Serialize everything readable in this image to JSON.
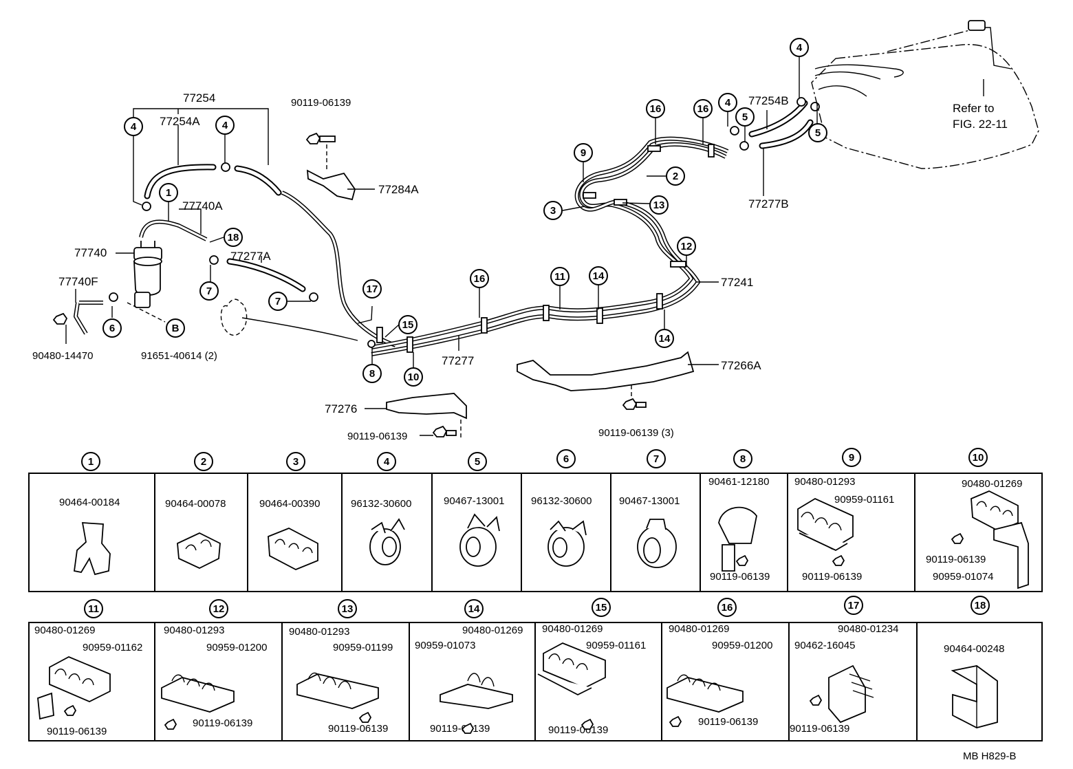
{
  "diagram": {
    "parts": {
      "hose_77254": "77254",
      "hose_77254a": "77254A",
      "hose_77254b": "77254B",
      "tube_77740a": "77740A",
      "filter_77740": "77740",
      "bracket_77740f": "77740F",
      "hose_77277a": "77277A",
      "hose_77277b": "77277B",
      "nut_90480_14470": "90480-14470",
      "bolt_91651_40614": "91651-40614 (2)",
      "bolt_top": "90119-06139",
      "protector_77284a": "77284A",
      "pipe_77241": "77241",
      "pipe_77277": "77277",
      "protector_77266a": "77266A",
      "bolt_77266a": "90119-06139 (3)",
      "protector_77276": "77276",
      "bolt_77276": "90119-06139",
      "refer_line1": "Refer to",
      "refer_line2": "FIG. 22-11"
    },
    "callouts": {
      "c1": "1",
      "c2": "2",
      "c3": "3",
      "c4": "4",
      "c5": "5",
      "c6": "6",
      "c7": "7",
      "c8": "8",
      "c9": "9",
      "c10": "10",
      "c11": "11",
      "c12": "12",
      "c13": "13",
      "c14": "14",
      "c15": "15",
      "c16": "16",
      "c17": "17",
      "c18": "18",
      "cB": "B"
    },
    "clamp_table": [
      {
        "num": "1",
        "labels": [
          "90464-00184"
        ]
      },
      {
        "num": "2",
        "labels": [
          "90464-00078"
        ]
      },
      {
        "num": "3",
        "labels": [
          "90464-00390"
        ]
      },
      {
        "num": "4",
        "labels": [
          "96132-30600"
        ]
      },
      {
        "num": "5",
        "labels": [
          "90467-13001"
        ]
      },
      {
        "num": "6",
        "labels": [
          "96132-30600"
        ]
      },
      {
        "num": "7",
        "labels": [
          "90467-13001"
        ]
      },
      {
        "num": "8",
        "labels": [
          "90461-12180",
          "90119-06139"
        ]
      },
      {
        "num": "9",
        "labels": [
          "90480-01293",
          "90959-01161",
          "90119-06139"
        ]
      },
      {
        "num": "10",
        "labels": [
          "90480-01269",
          "90119-06139",
          "90959-01074"
        ]
      },
      {
        "num": "11",
        "labels": [
          "90480-01269",
          "90959-01162",
          "90119-06139"
        ]
      },
      {
        "num": "12",
        "labels": [
          "90480-01293",
          "90959-01200",
          "90119-06139"
        ]
      },
      {
        "num": "13",
        "labels": [
          "90480-01293",
          "90959-01199",
          "90119-06139"
        ]
      },
      {
        "num": "14",
        "labels": [
          "90480-01269",
          "90959-01073",
          "90119-06139"
        ]
      },
      {
        "num": "15",
        "labels": [
          "90480-01269",
          "90959-01161",
          "90119-06139"
        ]
      },
      {
        "num": "16",
        "labels": [
          "90480-01269",
          "90959-01200",
          "90119-06139"
        ]
      },
      {
        "num": "17",
        "labels": [
          "90480-01234",
          "90462-16045",
          "90119-06139"
        ]
      },
      {
        "num": "18",
        "labels": [
          "90464-00248"
        ]
      }
    ],
    "figure_code": "MB  H829-B"
  }
}
